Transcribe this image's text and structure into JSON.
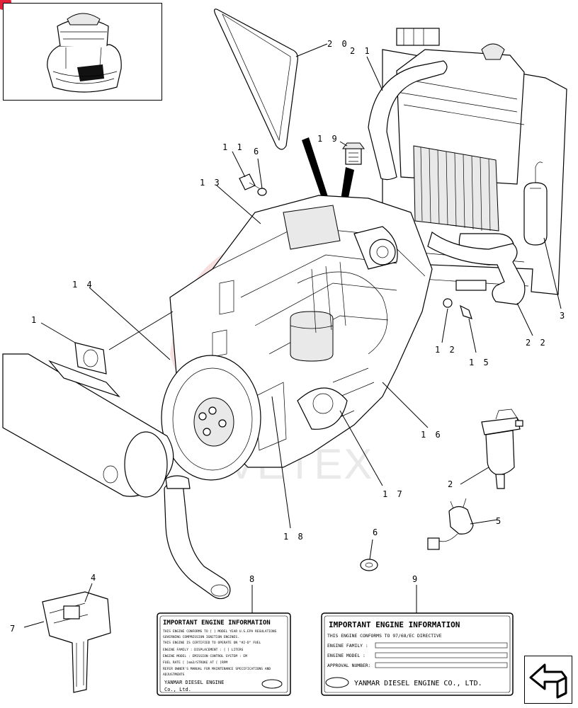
{
  "diagram": {
    "watermark": "IVETEX",
    "callouts": [
      {
        "id": "c20",
        "text": "2 0"
      },
      {
        "id": "c21",
        "text": "2 1"
      },
      {
        "id": "c19",
        "text": "1 9"
      },
      {
        "id": "c11",
        "text": "1 1"
      },
      {
        "id": "c6a",
        "text": "6"
      },
      {
        "id": "c13",
        "text": "1 3"
      },
      {
        "id": "c14",
        "text": "1 4"
      },
      {
        "id": "c1",
        "text": "1"
      },
      {
        "id": "c3",
        "text": "3"
      },
      {
        "id": "c22",
        "text": "2 2"
      },
      {
        "id": "c12",
        "text": "1 2"
      },
      {
        "id": "c15",
        "text": "1 5"
      },
      {
        "id": "c16",
        "text": "1 6"
      },
      {
        "id": "c17",
        "text": "1 7"
      },
      {
        "id": "c18",
        "text": "1 8"
      },
      {
        "id": "c2",
        "text": "2"
      },
      {
        "id": "c5",
        "text": "5"
      },
      {
        "id": "c6b",
        "text": "6"
      },
      {
        "id": "c8",
        "text": "8"
      },
      {
        "id": "c9",
        "text": "9"
      },
      {
        "id": "c4",
        "text": "4"
      },
      {
        "id": "c7",
        "text": "7"
      }
    ]
  },
  "label_plate_8": {
    "title": "IMPORTANT ENGINE INFORMATION",
    "lines": [
      "THIS ENGINE CONFORMS TO [   ] MODEL YEAR U.S.EPA REGULATIONS",
      "GOVERNING COMPRESSION IGNITION ENGINES.",
      "THIS ENGINE IS CERTIFIED TO OPERATE ON \"#2-D\" FUEL",
      "ENGINE FAMILY :            DISPLACEMENT : [   ] LITERS",
      "ENGINE MODEL  :            EMISSION CONTROL SYSTEM : EM",
      "FUEL RATE [    ]mm3/STROKE AT [    ]RPM",
      "REFER OWNER'S MANUAL FOR MAINTENANCE SPECIFICATIONS AND",
      "ADJUSTMENTS"
    ],
    "footer": "YANMAR DIESEL ENGINE",
    "footer2": "Co., Ltd."
  },
  "label_plate_9": {
    "title": "IMPORTANT ENGINE INFORMATION",
    "line1": "THIS ENGINE CONFORMS TO 97/68/EC DIRECTIVE",
    "field1": "ENGINE FAMILY :",
    "field2": "ENGINE MODEL :",
    "field3": "APPROVAL NUMBER:",
    "footer": "YANMAR DIESEL ENGINE CO., LTD."
  },
  "icons": {
    "corner_badge": "red-dot-icon",
    "navigation": "return-arrow-icon"
  },
  "colors": {
    "watermark_red": "#f2c4c4",
    "badge_red": "#e0233a"
  }
}
